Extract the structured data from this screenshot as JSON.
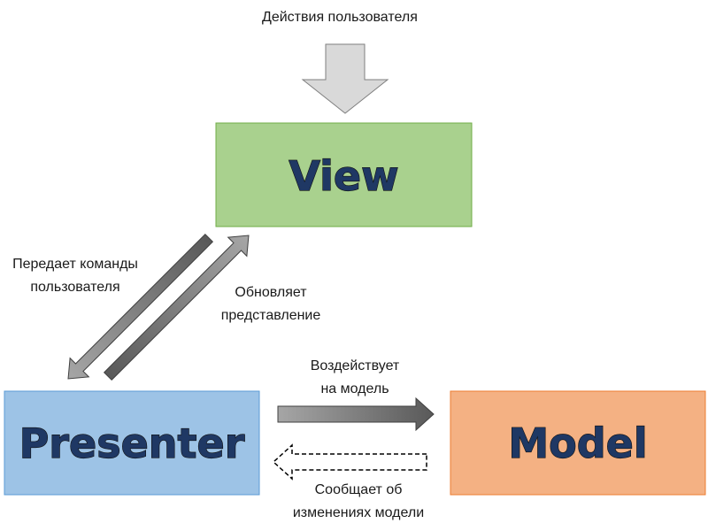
{
  "boxes": {
    "view": {
      "label": "View",
      "fill": "#a9d18e",
      "stroke": "#70ad47"
    },
    "presenter": {
      "label": "Presenter",
      "fill": "#9dc3e6",
      "stroke": "#5b9bd5"
    },
    "model": {
      "label": "Model",
      "fill": "#f4b183",
      "stroke": "#ed7d31"
    }
  },
  "label_colors": {
    "text": "#1f3864",
    "outline": "#111111"
  },
  "arrow_colors": {
    "user_input_fill": "#d9d9d9",
    "user_input_stroke": "#7f7f7f",
    "gradient_light": "#a6a6a6",
    "gradient_dark": "#595959",
    "outline": "#404040",
    "dashed_stroke": "#000000"
  },
  "captions": {
    "user_actions": "Действия пользователя",
    "passes_commands": [
      "Передает команды",
      "пользователя"
    ],
    "updates_view": [
      "Обновляет",
      "представление"
    ],
    "acts_on_model": [
      "Воздействует",
      "на модель"
    ],
    "notifies_changes": [
      "Сообщает об",
      "изменениях модели"
    ]
  }
}
